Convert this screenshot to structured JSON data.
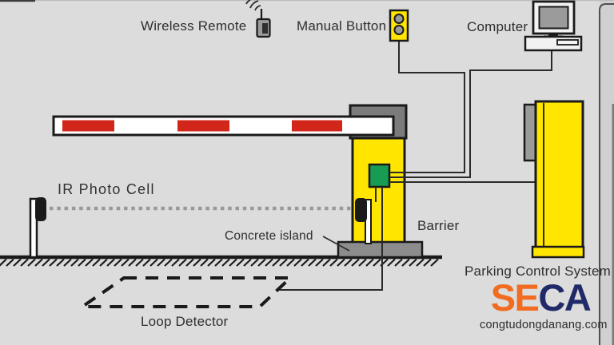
{
  "colors": {
    "background": "#dcdcdc",
    "cabinet_yellow": "#ffe500",
    "stripe_red": "#d12619",
    "control_box_green": "#189b53",
    "line_dark": "#1a1a1a",
    "grey_mid": "#9b9b9b",
    "grey_dark": "#7b7b7b",
    "island_grey": "#8c8c8c",
    "ir_beam_grey": "#999999",
    "logo_orange": "#f16c21",
    "logo_navy": "#202a68"
  },
  "diagram": {
    "labels": {
      "wireless_remote": "Wireless Remote",
      "manual_button": "Manual Button",
      "computer": "Computer",
      "ir_photo_cell": "IR Photo Cell",
      "concrete_island": "Concrete island",
      "barrier": "Barrier",
      "parking_control_system": "Parking Control System",
      "loop_detector": "Loop Detector"
    },
    "icons": {
      "wireless_remote": "remote-transmitter-icon",
      "manual_button": "push-button-box-icon",
      "computer": "desktop-computer-icon",
      "ir_photo_cell": "photocell-post-icon",
      "barrier": "boom-barrier-icon",
      "parking_control_system": "control-cabinet-icon",
      "loop_detector": "induction-loop-icon"
    }
  },
  "branding": {
    "logo_se": "SE",
    "logo_ca": "CA",
    "website": "congtudongdanang.com"
  }
}
